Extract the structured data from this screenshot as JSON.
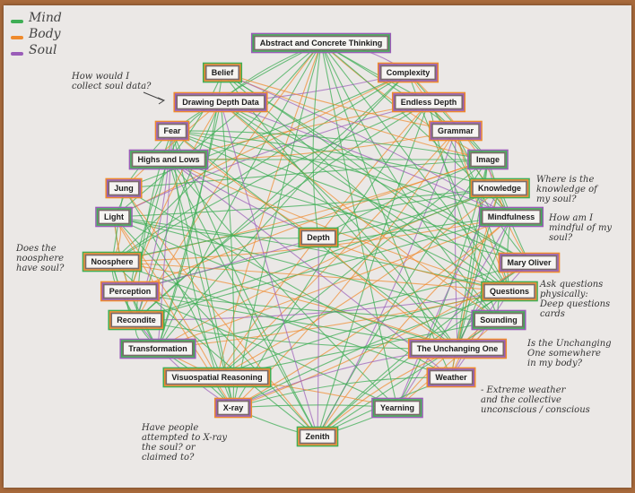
{
  "legend": [
    {
      "label": "Mind",
      "color": "#3fae55"
    },
    {
      "label": "Body",
      "color": "#ef8a2c"
    },
    {
      "label": "Soul",
      "color": "#9a5cb8"
    }
  ],
  "center": "Depth",
  "nodes": [
    {
      "id": "abstract",
      "label": "Abstract and Concrete Thinking"
    },
    {
      "id": "complexity",
      "label": "Complexity"
    },
    {
      "id": "endless",
      "label": "Endless Depth"
    },
    {
      "id": "grammar",
      "label": "Grammar"
    },
    {
      "id": "image",
      "label": "Image"
    },
    {
      "id": "knowledge",
      "label": "Knowledge"
    },
    {
      "id": "mindfulness",
      "label": "Mindfulness"
    },
    {
      "id": "maryoliver",
      "label": "Mary Oliver"
    },
    {
      "id": "questions",
      "label": "Questions"
    },
    {
      "id": "sounding",
      "label": "Sounding"
    },
    {
      "id": "unchanging",
      "label": "The Unchanging One"
    },
    {
      "id": "weather",
      "label": "Weather"
    },
    {
      "id": "yearning",
      "label": "Yearning"
    },
    {
      "id": "zenith",
      "label": "Zenith"
    },
    {
      "id": "xray",
      "label": "X-ray"
    },
    {
      "id": "visuospatial",
      "label": "Visuospatial Reasoning"
    },
    {
      "id": "transformation",
      "label": "Transformation"
    },
    {
      "id": "recondite",
      "label": "Recondite"
    },
    {
      "id": "perception",
      "label": "Perception"
    },
    {
      "id": "noosphere",
      "label": "Noosphere"
    },
    {
      "id": "light",
      "label": "Light"
    },
    {
      "id": "jung",
      "label": "Jung"
    },
    {
      "id": "highs",
      "label": "Highs and Lows"
    },
    {
      "id": "fear",
      "label": "Fear"
    },
    {
      "id": "drawing",
      "label": "Drawing Depth Data"
    },
    {
      "id": "belief",
      "label": "Belief"
    }
  ],
  "notes": [
    {
      "id": "soul-data",
      "text": "How would I\ncollect soul data?"
    },
    {
      "id": "knowledge-soul",
      "text": "Where is the\nknowledge of\nmy soul?"
    },
    {
      "id": "mindful-soul",
      "text": "How am I\nmindful of my\nsoul?"
    },
    {
      "id": "noosphere-soul",
      "text": "Does the\nnoosphere\nhave soul?"
    },
    {
      "id": "ask-physically",
      "text": "Ask questions\nphysically:\nDeep questions\ncards"
    },
    {
      "id": "unchanging-body",
      "text": "Is the Unchanging\nOne somewhere\nin my body?"
    },
    {
      "id": "extreme-weather",
      "text": "- Extreme weather\nand the collective\nunconscious / conscious"
    },
    {
      "id": "xray-soul",
      "text": "Have people\nattempted to X-ray\nthe soul? or\nclaimed to?"
    }
  ],
  "edge_colors": {
    "mind": "#3fae55",
    "body": "#ef8a2c",
    "soul": "#9a5cb8"
  }
}
